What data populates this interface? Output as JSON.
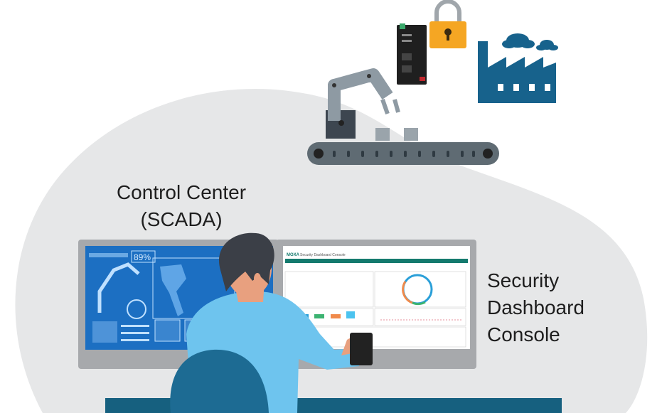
{
  "labels": {
    "control_center_line1": "Control Center",
    "control_center_line2": "(SCADA)",
    "security_line1": "Security",
    "security_line2": "Dashboard",
    "security_line3": "Console"
  },
  "scada_screen": {
    "percent_readout": "89%"
  },
  "dashboard_screen": {
    "brand": "MOXA",
    "title": "Security Dashboard Console"
  },
  "colors": {
    "background_blob": "#e6e7e8",
    "scada_screen": "#1c6fc2",
    "factory": "#17628c",
    "lock": "#f5a623",
    "shirt": "#6ec4ee",
    "desk": "#16607f",
    "dashboard_nav": "#147a6e"
  }
}
